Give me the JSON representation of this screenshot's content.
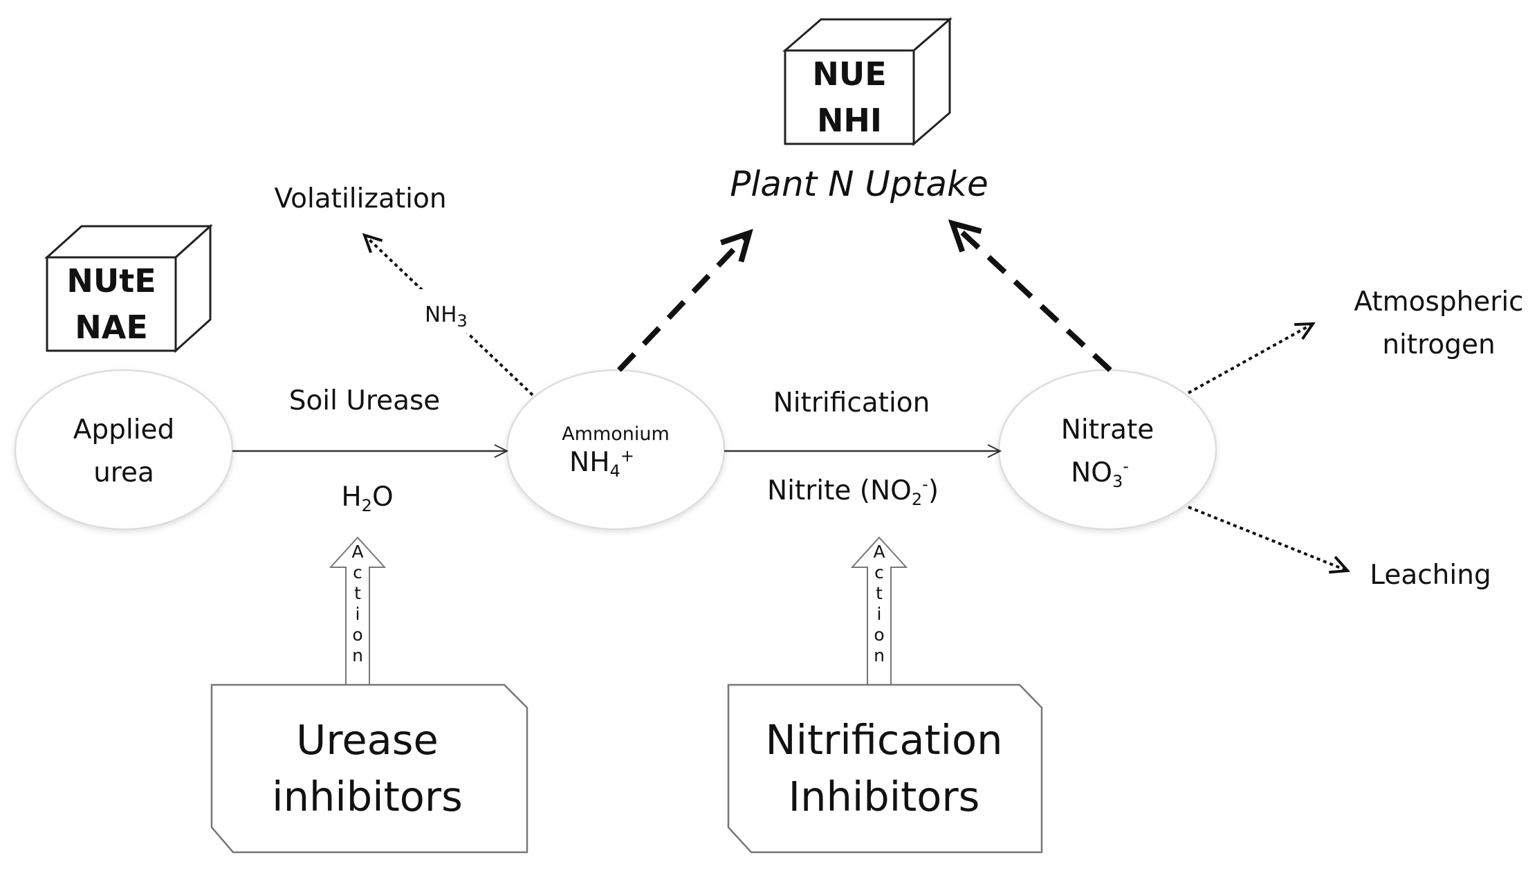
{
  "boxes": {
    "left": {
      "line1": "NUtE",
      "line2": "NAE"
    },
    "top": {
      "line1": "NUE",
      "line2": "NHI"
    }
  },
  "plant_uptake": "Plant N Uptake",
  "nodes": {
    "urea": {
      "line1": "Applied",
      "line2": "urea"
    },
    "ammonium": {
      "name": "Ammonium",
      "formula": "NH",
      "subscript": "4",
      "superscript": "+"
    },
    "nitrate": {
      "name": "Nitrate",
      "formula": "NO",
      "subscript": "3",
      "superscript": "-"
    }
  },
  "arrows": {
    "urea_to_ammonium_top": "Soil Urease",
    "urea_to_ammonium_bottom": {
      "prefix": "H",
      "subscript": "2",
      "suffix": "O"
    },
    "ammonium_to_nitrate_top": "Nitrification",
    "ammonium_to_nitrate_bottom": {
      "prefix": "Nitrite (NO",
      "subscript": "2",
      "superscript": "-",
      "suffix": ")"
    }
  },
  "losses": {
    "volatilization": "Volatilization",
    "nh3": {
      "formula": "NH",
      "subscript": "3"
    },
    "atmospheric": {
      "line1": "Atmospheric",
      "line2": "nitrogen"
    },
    "leaching": "Leaching"
  },
  "inhibitors": {
    "urease": {
      "line1": "Urease",
      "line2": "inhibitors"
    },
    "nitrification": {
      "line1": "Nitrification",
      "line2": "Inhibitors"
    }
  },
  "action_label": "Action"
}
